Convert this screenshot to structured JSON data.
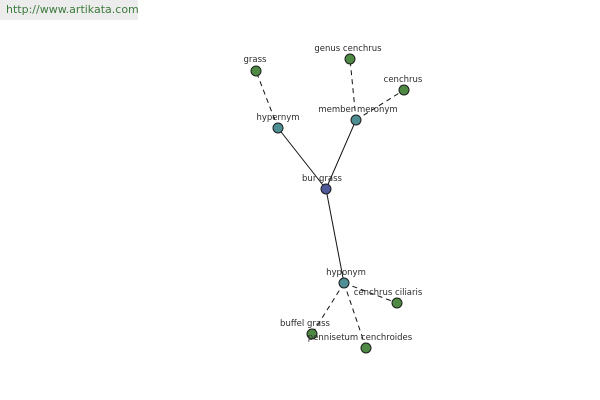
{
  "header": {
    "url": "http://www.artikata.com"
  },
  "colors": {
    "center_node": "#4f5a9a",
    "relation_node": "#4e8f93",
    "leaf_node": "#4f8a45"
  },
  "graph": {
    "center": {
      "label": "bur grass"
    },
    "relations": {
      "hypernym": {
        "label": "hypernym"
      },
      "meronym": {
        "label": "member meronym"
      },
      "hyponym": {
        "label": "hyponym"
      }
    },
    "leaves": {
      "grass": {
        "label": "grass"
      },
      "genus_cenchrus": {
        "label": "genus cenchrus"
      },
      "cenchrus": {
        "label": "cenchrus"
      },
      "cenchrus_ciliaris": {
        "label": "cenchrus ciliaris"
      },
      "buffel_grass": {
        "label": "buffel grass"
      },
      "pennisetum": {
        "label": "pennisetum cenchroides"
      }
    }
  }
}
